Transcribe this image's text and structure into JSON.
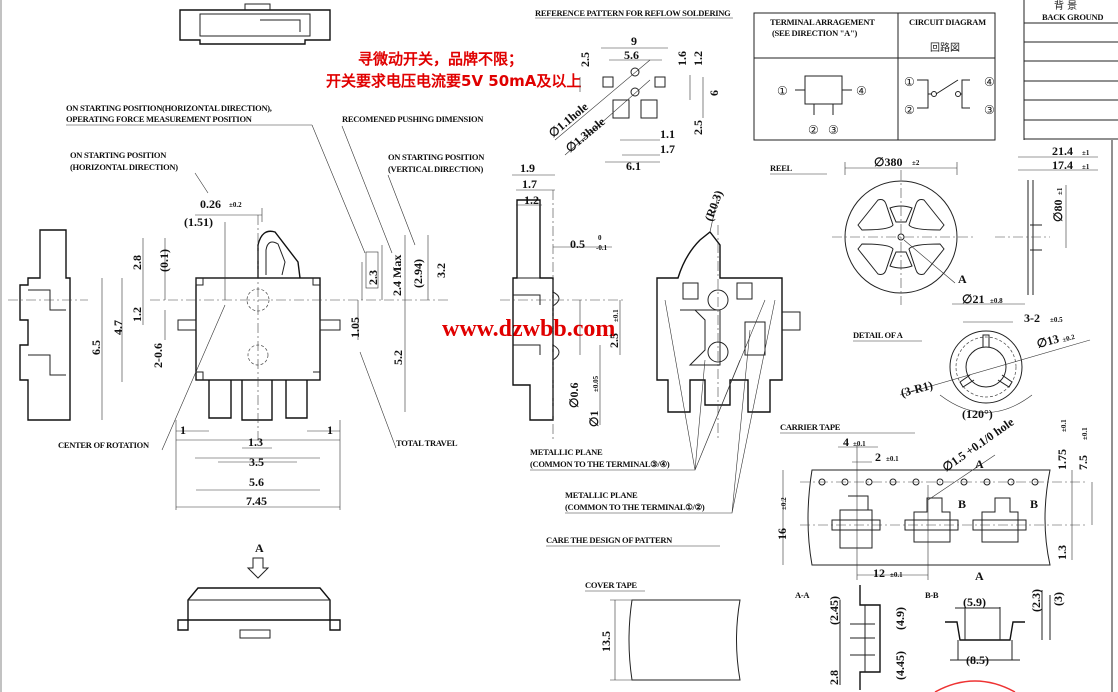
{
  "ad_text": {
    "line1": "寻微动开关，品牌不限；",
    "line2": "开关要求电压电流要5V 50mA及以上",
    "watermark": "www.dzwbb.com"
  },
  "front_view": {
    "note_operating": "ON STARTING POSITION(HORIZONTAL DIRECTION),",
    "note_operating2": "OPERATING FORCE MEASUREMENT POSITION",
    "note_pushing": "RECOMENED PUSHING DIMENSION",
    "note_horizontal": "ON STARTING POSITION",
    "note_horizontal2": "(HORIZONTAL DIRECTION)",
    "note_vertical": "ON STARTING POSITION",
    "note_vertical2": "(VERTICAL DIRECTION)",
    "note_center": "CENTER OF ROTATION",
    "note_travel": "TOTAL TRAVEL",
    "dims": {
      "d026": "0.26",
      "d026_tol": "±0.2",
      "d151": "(1.51)",
      "d28": "2.8",
      "d01": "(0.1)",
      "d12": "1.2",
      "d47": "4.7",
      "d65": "6.5",
      "d206": "2-0.6",
      "d23": "2.3",
      "d24max": "2.4 Max",
      "d294": "(2.94)",
      "d32": "3.2",
      "d105": "1.05",
      "d52": "5.2",
      "d1a": "1",
      "d1b": "1",
      "d13": "1.3",
      "d35": "3.5",
      "d56": "5.6",
      "d745": "7.45"
    },
    "view_arrow": "A"
  },
  "reflow_pattern": {
    "title": "REFERENCE PATTERN FOR REFLOW SOLDERING",
    "dims": {
      "d9": "9",
      "d56": "5.6",
      "d25a": "2.5",
      "d16": "1.6",
      "d12": "1.2",
      "d6": "6",
      "d25b": "2.5",
      "d11": "1.1",
      "d17": "1.7",
      "d61": "6.1"
    },
    "hole1": "∅1.1hole",
    "hole2": "∅1.3hole"
  },
  "side_view": {
    "dims": {
      "d19": "1.9",
      "d17": "1.7",
      "d12": "1.2",
      "d05": "0.5",
      "d05_tol_up": "0",
      "d05_tol_dn": "-0.1",
      "d25": "2.5",
      "d25_tol": "±0.1",
      "d06": "∅0.6",
      "d1": "∅1",
      "d1_tol": "±0.05"
    }
  },
  "back_view": {
    "r03": "(R0.3)",
    "note_plane34": "METALLIC PLANE",
    "note_plane34b": "(COMMON TO THE TERMINAL③/④)",
    "note_plane12": "METALLIC PLANE",
    "note_plane12b": "(COMMON TO THE TERMINAL①/②)",
    "note_care": "CARE THE DESIGN OF PATTERN"
  },
  "terminal_table": {
    "header_arrangement": "TERMINAL ARRAGEMENT",
    "header_arrangement2": "(SEE DIRECTION \"A\")",
    "header_circuit": "CIRCUIT DIAGRAM",
    "circuit_cjk": "回路図",
    "t1": "①",
    "t2": "②",
    "t3": "③",
    "t4": "④"
  },
  "background_table": {
    "cjk": "背 景",
    "title": "BACK GROUND"
  },
  "reel": {
    "title": "REEL",
    "d380": "∅380",
    "d380_tol": "±2",
    "d214": "21.4",
    "d214_tol": "±1",
    "d174": "17.4",
    "d174_tol": "±1",
    "d80": "∅80",
    "d80_tol": "±1",
    "label_a": "A"
  },
  "detail_a": {
    "title": "DETAIL OF A",
    "d21": "∅21",
    "d21_tol": "±0.8",
    "d32": "3-2",
    "d32_tol": "±0.5",
    "d13": "∅13",
    "d13_tol": "±0.2",
    "r1": "(3-R1)",
    "angle": "(120°)"
  },
  "carrier_tape": {
    "title": "CARRIER TAPE",
    "d4": "4",
    "d4_tol": "±0.1",
    "d2": "2",
    "d2_tol": "±0.1",
    "hole": "∅1.5 +0.1/0 hole",
    "d175": "1.75",
    "d175_tol": "±0.1",
    "d75": "7.5",
    "d75_tol": "±0.1",
    "d16": "16",
    "d16_tol": "±0.2",
    "d13": "1.3",
    "d12": "12",
    "d12_tol": "±0.1",
    "label_a_top": "A",
    "label_a_bot": "A",
    "label_b1": "B",
    "label_b2": "B"
  },
  "section_aa": {
    "title": "A-A",
    "d245": "(2.45)",
    "d49": "(4.9)",
    "d445": "(4.45)",
    "d28": "2.8"
  },
  "section_bb": {
    "title": "B-B",
    "d59": "(5.9)",
    "d85": "(8.5)",
    "d23": "(2.3)",
    "d3": "(3)"
  },
  "cover_tape": {
    "title": "COVER TAPE",
    "d135": "13.5"
  }
}
